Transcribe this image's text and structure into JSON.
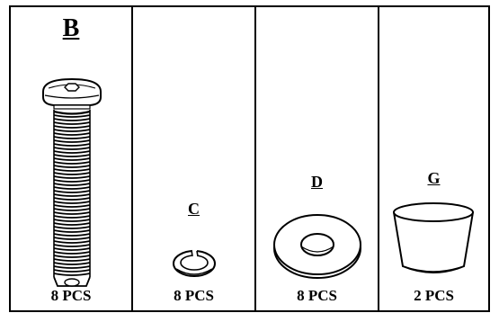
{
  "parts": [
    {
      "letter": "B",
      "count": "8 PCS",
      "icon": "hex-socket-screw-icon"
    },
    {
      "letter": "C",
      "count": "8 PCS",
      "icon": "spring-washer-icon"
    },
    {
      "letter": "D",
      "count": "8 PCS",
      "icon": "flat-washer-icon"
    },
    {
      "letter": "G",
      "count": "2 PCS",
      "icon": "rubber-foot-cap-icon"
    }
  ]
}
